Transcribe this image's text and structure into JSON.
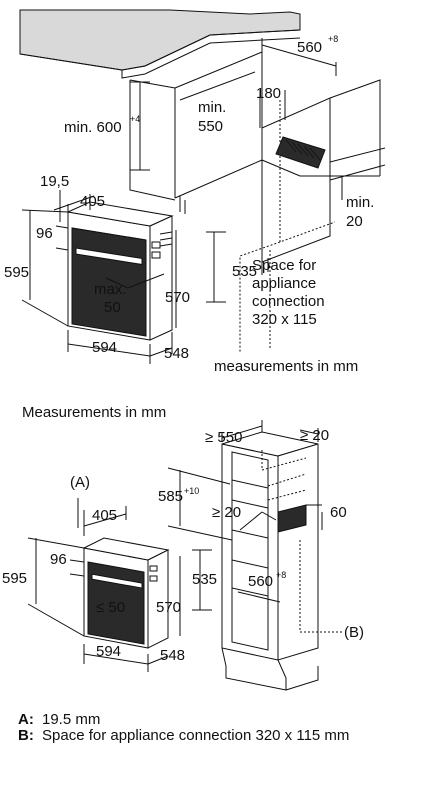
{
  "top": {
    "dim_560": "560",
    "dim_560_sup": "+8",
    "dim_min600": "min. 600",
    "dim_min600_sup": "+4",
    "dim_min": "min.",
    "dim_550": "550",
    "dim_180": "180",
    "dim_min2": "min.",
    "dim_20": "20",
    "dim_19_5": "19,5",
    "dim_405": "405",
    "dim_96": "96",
    "dim_595": "595",
    "dim_535": "535",
    "dim_max": "max.",
    "dim_50": "50",
    "dim_570": "570",
    "dim_594": "594",
    "dim_548": "548",
    "space_line1": "Space for",
    "space_line2": "appliance",
    "space_line3": "connection",
    "space_line4": "320 x 115",
    "units": "measurements in mm"
  },
  "bottom": {
    "title": "Measurements in mm",
    "label_a": "(A)",
    "label_a_letter": "A",
    "label_b": "(B)",
    "dim_550": "≥ 550",
    "dim_20_top": "≥ 20",
    "dim_585": "585",
    "dim_585_sup": "+10",
    "dim_60": "60",
    "dim_20_mid": "≥ 20",
    "dim_405": "405",
    "dim_96": "96",
    "dim_595": "595",
    "dim_535": "535",
    "dim_560": "560",
    "dim_560_sup": "+8",
    "dim_50": "≤ 50",
    "dim_570": "570",
    "dim_594": "594",
    "dim_548": "548"
  },
  "notes": [
    {
      "key": "A:",
      "text": "19.5 mm"
    },
    {
      "key": "B:",
      "text": "Space for appliance connection 320 x 115 mm"
    }
  ]
}
